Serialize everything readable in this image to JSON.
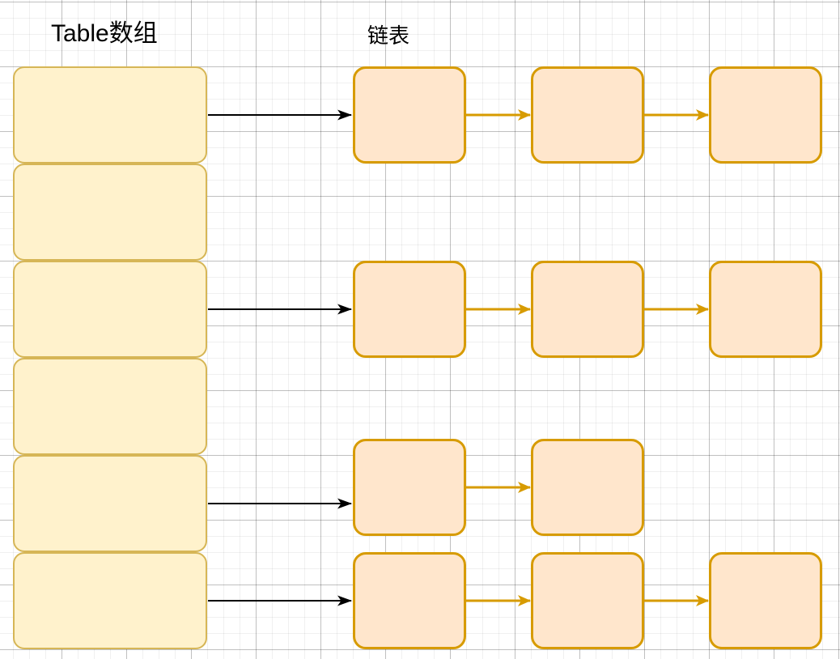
{
  "canvas": {
    "headers": {
      "array_title": "Table数组",
      "list_title": "链表"
    },
    "palette": {
      "array_fill": "#FFF2CC",
      "array_stroke": "#D6B656",
      "node_fill": "#FFE6CC",
      "node_stroke": "#D79B00",
      "link_arrow_color": "#D79B00",
      "bucket_arrow_color": "#000000"
    },
    "hash_table": {
      "slot_count": 6,
      "buckets": [
        {
          "slot": 0,
          "chain_length": 3
        },
        {
          "slot": 2,
          "chain_length": 3
        },
        {
          "slot": 4,
          "chain_length": 2
        },
        {
          "slot": 5,
          "chain_length": 3
        }
      ]
    }
  }
}
